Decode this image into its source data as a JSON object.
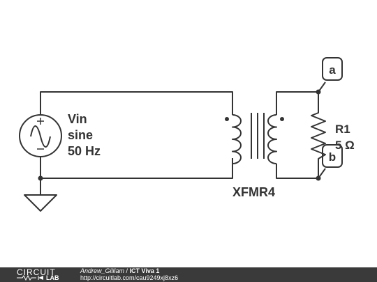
{
  "schematic": {
    "source": {
      "name": "Vin",
      "waveform": "sine",
      "frequency": "50 Hz"
    },
    "transformer": {
      "name": "XFMR4"
    },
    "resistor": {
      "name": "R1",
      "value": "5 Ω"
    },
    "probes": [
      "a",
      "b"
    ],
    "colors": {
      "wire": "#333333",
      "background": "#ffffff"
    }
  },
  "footer": {
    "logo_top": "CIRCUIT",
    "logo_bottom": "LAB",
    "author": "Andrew_Gilliam",
    "separator": " / ",
    "title": "ICT Viva 1",
    "url": "http://circuitlab.com/cau9249xj8xz6",
    "background": "#3a3a3a"
  }
}
